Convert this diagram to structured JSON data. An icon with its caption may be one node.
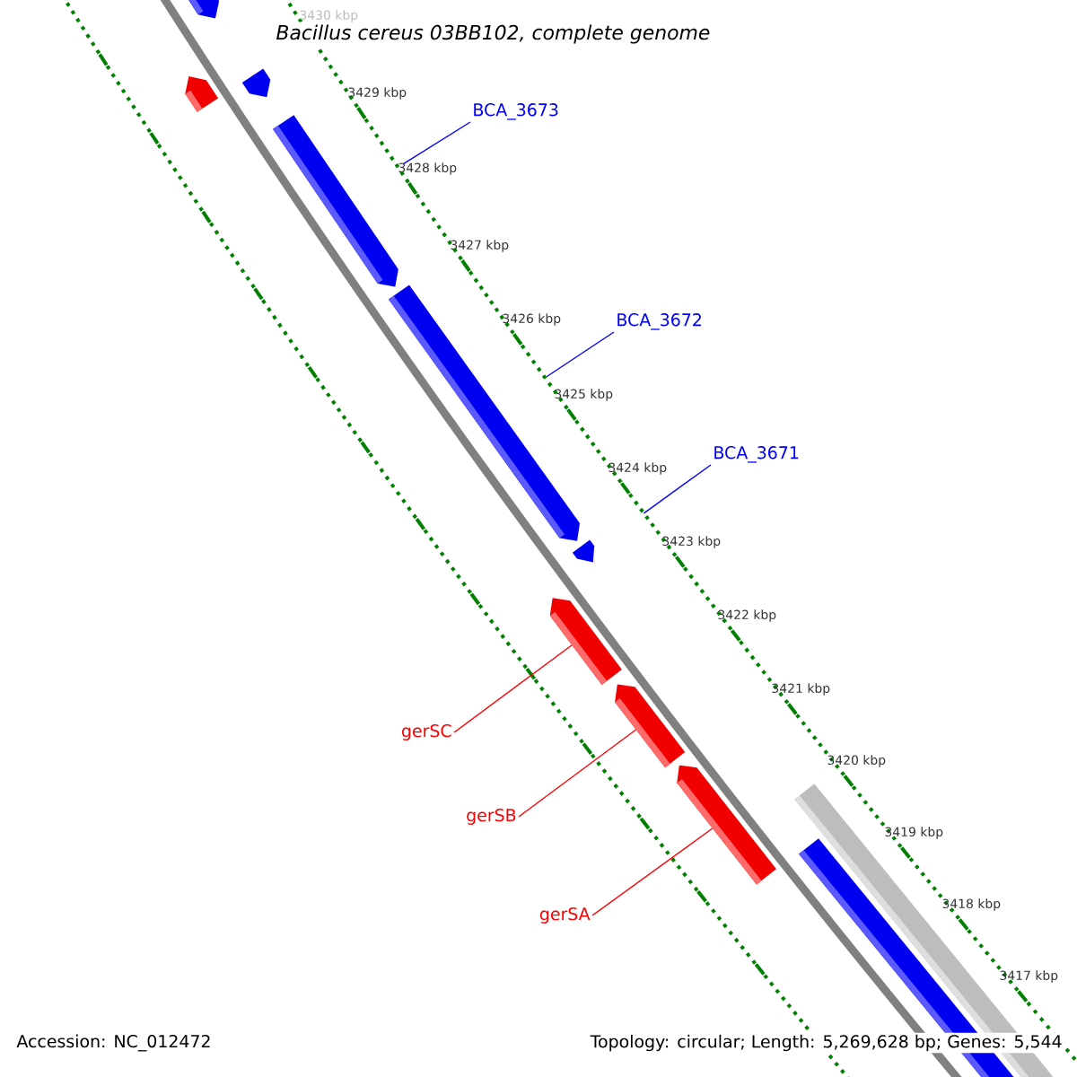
{
  "diagram": {
    "title": "Bacillus cereus 03BB102, complete genome",
    "nodes": [
      {
        "text": [
          "BCA_3673"
        ]
      },
      {
        "text": [],
        "shape": "pentagon"
      },
      {
        "text": [
          "BCA_3672"
        ]
      },
      {
        "text": [],
        "shape": "pentagon"
      },
      {
        "text": [
          "BCA_3671"
        ]
      },
      {
        "text": [],
        "shape": "pentagon"
      },
      {
        "text": [
          "gerSC"
        ]
      },
      {
        "text": [],
        "shape": "pentagon"
      },
      {
        "text": [
          "gerSB"
        ]
      },
      {
        "text": [],
        "shape": "pentagon"
      },
      {
        "text": [
          "gerSA"
        ]
      },
      {
        "text": [],
        "shape": "pentagon"
      }
    ],
    "edges": [
      {
        "from": 0,
        "to": 1,
        "arrow": "none",
        "color": "#0000ff"
      },
      {
        "from": 2,
        "to": 3,
        "arrow": "none",
        "color": "#0000ff"
      },
      {
        "from": 4,
        "to": 5,
        "arrow": "none",
        "color": "#0000ff"
      },
      {
        "from": 6,
        "to": 7,
        "arrow": "none",
        "color": "#ff0000"
      },
      {
        "from": 8,
        "to": 9,
        "arrow": "none",
        "color": "#ff0000"
      },
      {
        "from": 10,
        "to": 11,
        "arrow": "none",
        "color": "#ff0000"
      }
    ],
    "labels": [
      "3430 kbp",
      "3429 kbp",
      "3428 kbp",
      "3427 kbp",
      "3426 kbp",
      "3425 kbp",
      "3424 kbp",
      "3423 kbp",
      "3422 kbp",
      "3421 kbp",
      "3420 kbp",
      "3419 kbp",
      "3418 kbp",
      "3417 kbp",
      "Accession: NC_012472",
      "Topology: circular; Length: 5,269,628 bp; Genes: 5,544"
    ]
  }
}
